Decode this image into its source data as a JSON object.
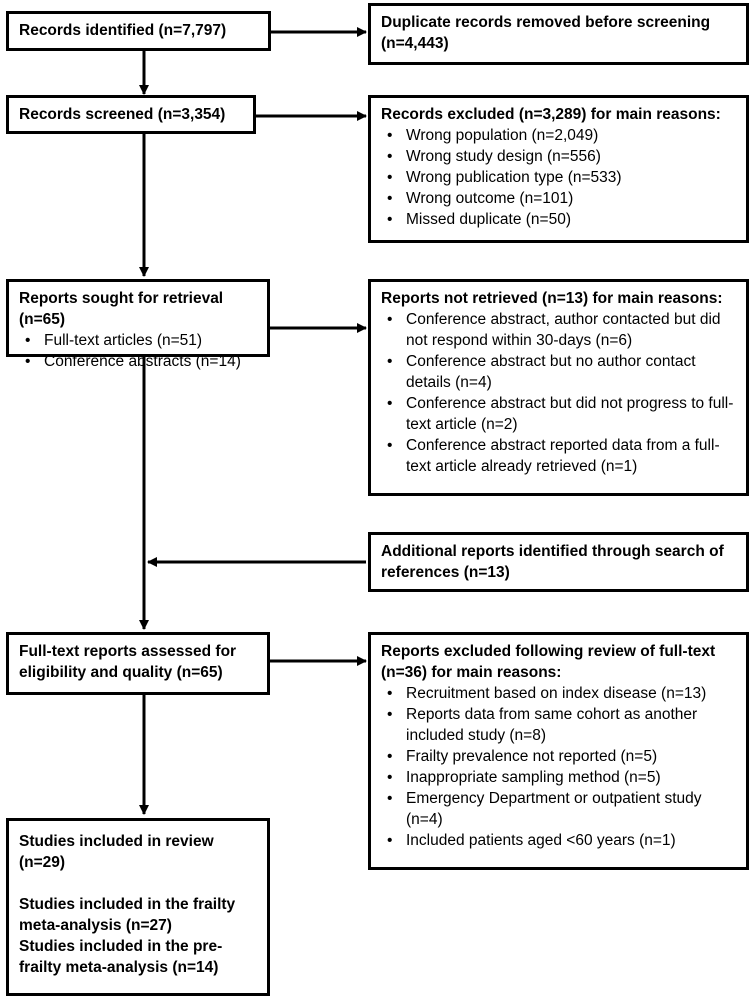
{
  "identified": {
    "title": "Records identified (n=7,797)"
  },
  "duplicates": {
    "title": "Duplicate records removed before screening (n=4,443)"
  },
  "screened": {
    "title": "Records screened (n=3,354)"
  },
  "screen_excluded": {
    "title": "Records excluded (n=3,289) for main reasons:",
    "items": [
      "Wrong population (n=2,049)",
      "Wrong study design (n=556)",
      "Wrong publication type (n=533)",
      "Wrong outcome (n=101)",
      "Missed duplicate (n=50)"
    ]
  },
  "retrieval": {
    "title": "Reports sought for retrieval (n=65)",
    "items": [
      "Full-text articles (n=51)",
      "Conference abstracts (n=14)"
    ]
  },
  "not_retrieved": {
    "title": "Reports not retrieved (n=13) for main reasons:",
    "items": [
      "Conference abstract, author contacted but did not respond within 30-days (n=6)",
      "Conference abstract but no author contact details (n=4)",
      "Conference abstract but did not progress to full-text article (n=2)",
      "Conference abstract reported data from a full-text article already retrieved (n=1)"
    ]
  },
  "additional": {
    "title": "Additional reports identified through search of references (n=13)"
  },
  "assessed": {
    "title": "Full-text reports assessed for eligibility and quality (n=65)"
  },
  "fulltext_excluded": {
    "title": "Reports excluded following review of full-text (n=36) for main reasons:",
    "items": [
      "Recruitment based on index disease (n=13)",
      "Reports data from same cohort as another included study (n=8)",
      "Frailty prevalence not reported (n=5)",
      "Inappropriate sampling method (n=5)",
      "Emergency Department or outpatient study (n=4)",
      "Included patients aged <60 years (n=1)"
    ]
  },
  "included": {
    "review": "Studies included in review (n=29)",
    "frailty": "Studies included in the frailty meta-analysis (n=27)",
    "prefrailty": "Studies included in the pre-frailty meta-analysis (n=14)"
  }
}
